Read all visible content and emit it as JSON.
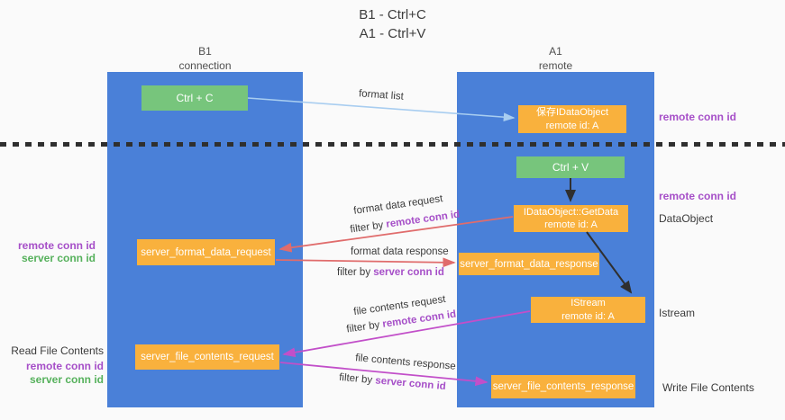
{
  "title": {
    "line1": "B1 - Ctrl+C",
    "line2": "A1 - Ctrl+V"
  },
  "lanes": {
    "left": {
      "header1": "B1",
      "header2": "connection"
    },
    "right": {
      "header1": "A1",
      "header2": "remote"
    }
  },
  "nodes": {
    "ctrl_c": {
      "label": "Ctrl + C"
    },
    "ctrl_v": {
      "label": "Ctrl + V"
    },
    "save_dataobject": {
      "line1": "保存IDataObject",
      "line2": "remote id: A"
    },
    "getdata": {
      "line1": "IDataObject::GetData",
      "line2": "remote id: A"
    },
    "istream": {
      "line1": "IStream",
      "line2": "remote id: A"
    },
    "format_request": {
      "label": "server_format_data_request"
    },
    "format_response": {
      "label": "server_format_data_response"
    },
    "file_request": {
      "label": "server_file_contents_request"
    },
    "file_response": {
      "label": "server_file_contents_response"
    }
  },
  "edge_labels": {
    "format_list": "format list",
    "format_data_request": "format data request",
    "format_data_response": "format data response",
    "file_contents_request": "file contents request",
    "file_contents_response": "file contents response",
    "filter_by": "filter by ",
    "remote_conn_id": "remote conn id",
    "server_conn_id": "server conn id"
  },
  "side_labels": {
    "right_top_remote": "remote conn id",
    "right_mid_remote": "remote conn id",
    "right_dataobject": "DataObject",
    "right_istream": "Istream",
    "right_write": "Write File Contents",
    "left_mid_remote": "remote conn id",
    "left_mid_server": "server conn id",
    "left_bottom_title": "Read File Contents",
    "left_bottom_remote": "remote conn id",
    "left_bottom_server": "server conn id"
  },
  "colors": {
    "lane_blue": "#4a80d8",
    "node_orange": "#f9b13d",
    "node_green": "#77c57c",
    "arrow_light_blue": "#a8cdf0",
    "arrow_red": "#e06c6c",
    "arrow_magenta": "#c24fc9",
    "arrow_black": "#2f2f2f",
    "text_purple": "#a64fc8",
    "text_green": "#56b15c",
    "background": "#fafafa"
  }
}
